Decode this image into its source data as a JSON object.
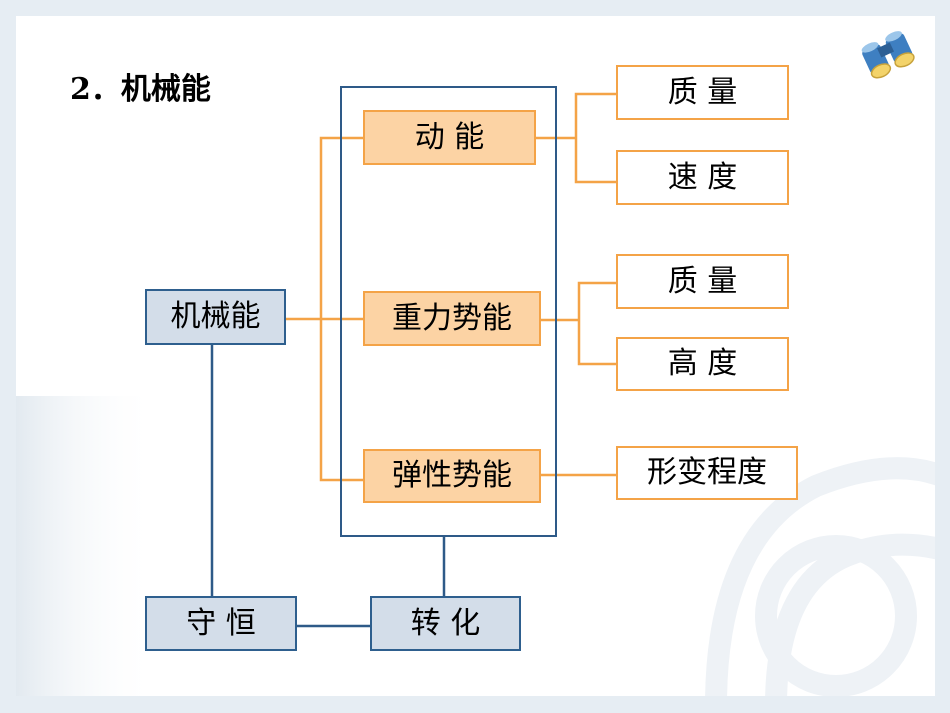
{
  "title": "2．机械能",
  "colors": {
    "blue_fill": "#d3dde9",
    "blue_border": "#2e5f8e",
    "orange_fill": "#fcd3a4",
    "orange_border": "#f4a347",
    "line_blue": "#2e5a88",
    "line_orange": "#f4a347"
  },
  "icons": [
    "binoculars-icon"
  ],
  "nodes": {
    "mechanical_energy": "机械能",
    "kinetic_energy": "动 能",
    "gravitational_pe": "重力势能",
    "elastic_pe": "弹性势能",
    "mass_1": "质 量",
    "speed": "速 度",
    "mass_2": "质 量",
    "height": "高 度",
    "deformation": "形变程度",
    "conservation": "守 恒",
    "conversion": "转 化"
  }
}
